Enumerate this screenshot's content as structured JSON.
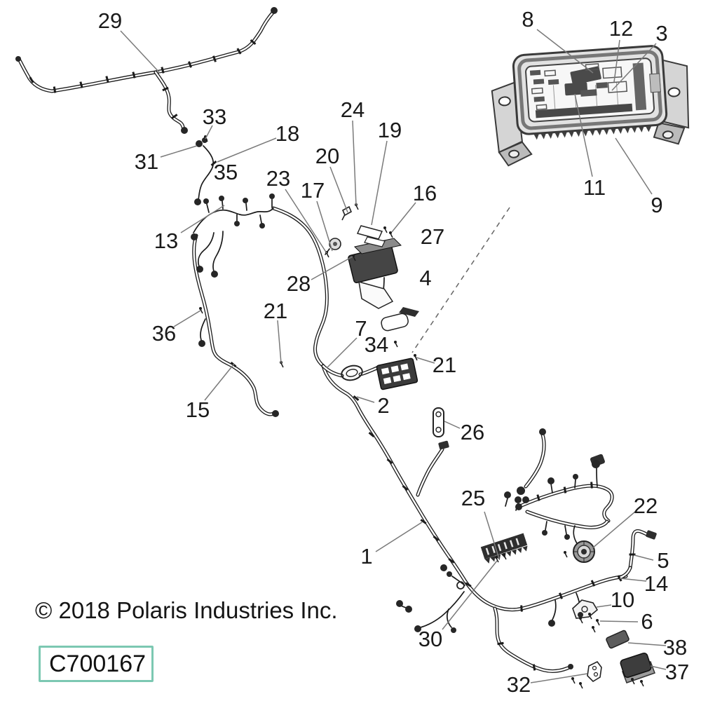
{
  "diagram": {
    "copyright": "© 2018 Polaris Industries Inc.",
    "part_code": "C700167",
    "colors": {
      "part_code_border": "#7cc8b2",
      "ink": "#1a1a1a",
      "leader_gray": "#7a7a7a"
    },
    "callouts": {
      "c1": {
        "label": "1"
      },
      "c2": {
        "label": "2"
      },
      "c3": {
        "label": "3"
      },
      "c4": {
        "label": "4"
      },
      "c5": {
        "label": "5"
      },
      "c6": {
        "label": "6"
      },
      "c7": {
        "label": "7"
      },
      "c8": {
        "label": "8"
      },
      "c9": {
        "label": "9"
      },
      "c10": {
        "label": "10"
      },
      "c11": {
        "label": "11"
      },
      "c12": {
        "label": "12"
      },
      "c13": {
        "label": "13"
      },
      "c14": {
        "label": "14"
      },
      "c15": {
        "label": "15"
      },
      "c16": {
        "label": "16"
      },
      "c17": {
        "label": "17"
      },
      "c18": {
        "label": "18"
      },
      "c19": {
        "label": "19"
      },
      "c20": {
        "label": "20"
      },
      "c21a": {
        "label": "21"
      },
      "c21b": {
        "label": "21"
      },
      "c22": {
        "label": "22"
      },
      "c23": {
        "label": "23"
      },
      "c24": {
        "label": "24"
      },
      "c25": {
        "label": "25"
      },
      "c26": {
        "label": "26"
      },
      "c27": {
        "label": "27"
      },
      "c28": {
        "label": "28"
      },
      "c29": {
        "label": "29"
      },
      "c30": {
        "label": "30"
      },
      "c31": {
        "label": "31"
      },
      "c32": {
        "label": "32"
      },
      "c33": {
        "label": "33"
      },
      "c34": {
        "label": "34"
      },
      "c35": {
        "label": "35"
      },
      "c36": {
        "label": "36"
      },
      "c37": {
        "label": "37"
      },
      "c38": {
        "label": "38"
      }
    }
  }
}
